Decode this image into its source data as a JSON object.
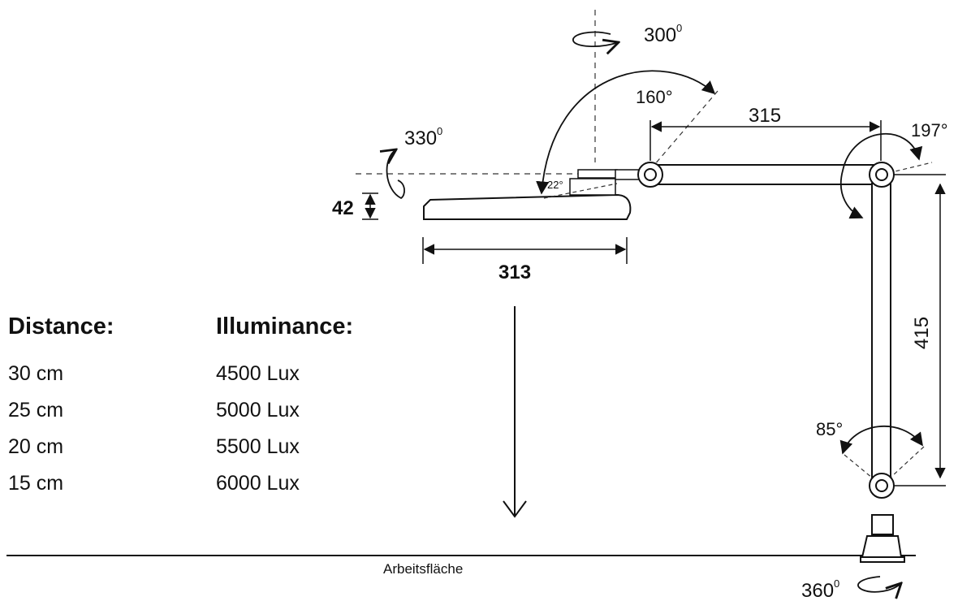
{
  "table": {
    "headers": {
      "distance": "Distance:",
      "illuminance": "Illuminance:"
    },
    "rows": [
      {
        "distance": "30 cm",
        "illuminance": "4500 Lux"
      },
      {
        "distance": "25 cm",
        "illuminance": "5000 Lux"
      },
      {
        "distance": "20 cm",
        "illuminance": "5500 Lux"
      },
      {
        "distance": "15 cm",
        "illuminance": "6000 Lux"
      }
    ]
  },
  "diagram": {
    "rotation_top": "300",
    "rotation_head": "330",
    "rotation_base": "360",
    "degree_mark": "0",
    "angle_head_tilt": "160°",
    "angle_elbow": "197°",
    "angle_lower_joint": "85°",
    "angle_small": "22°",
    "dim_upper_arm": "315",
    "dim_lower_arm": "415",
    "dim_head_width": "313",
    "dim_head_height": "42",
    "work_surface_label": "Arbeitsfläche"
  }
}
